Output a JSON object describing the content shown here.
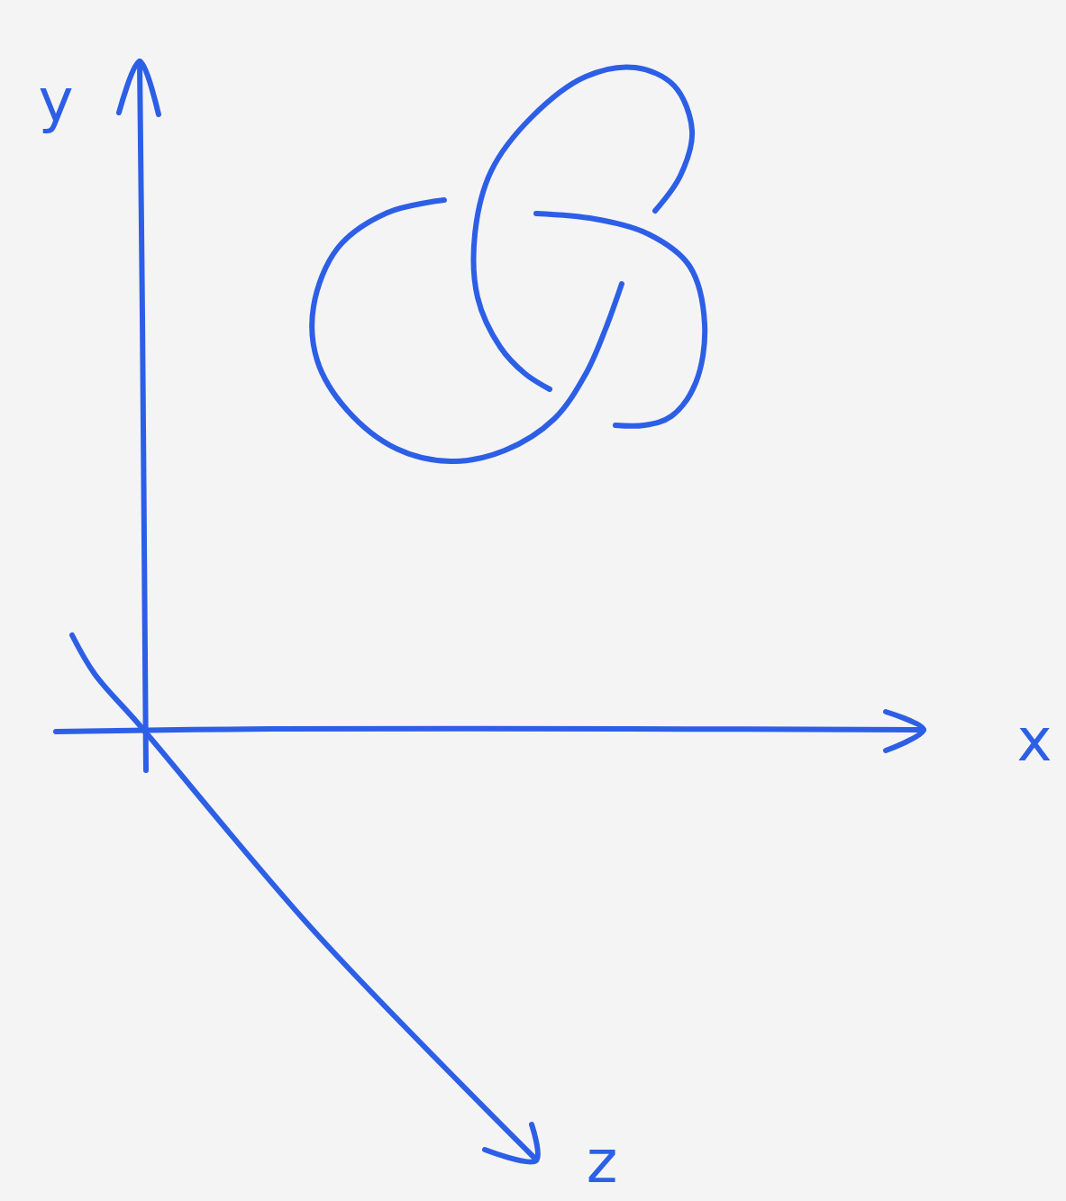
{
  "diagram": {
    "labels": [
      "y",
      "x",
      "z"
    ]
  }
}
